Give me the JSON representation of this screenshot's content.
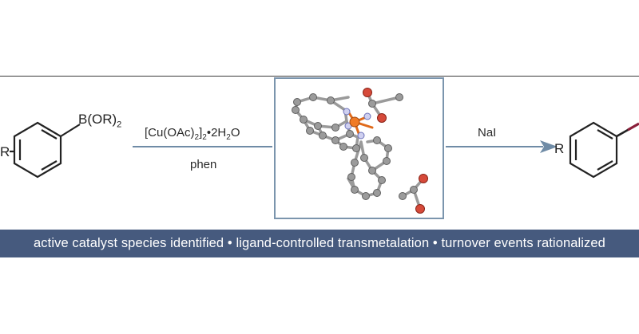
{
  "left_molecule": {
    "substituent": "R",
    "group_main": "B(OR)",
    "group_sub": "2"
  },
  "step1": {
    "reagent_a": "[Cu(OAc)",
    "reagent_b": "]",
    "reagent_c": "•2H",
    "reagent_d": "O",
    "sub_1": "2",
    "sub_2": "2",
    "sub_3": "2",
    "ligand": "phen"
  },
  "step2": {
    "reagent": "NaI"
  },
  "right_molecule": {
    "substituent": "R"
  },
  "banner": {
    "text": "active catalyst species identified • ligand-controlled transmetalation • turnover events rationalized"
  },
  "colors": {
    "banner_bg": "#465a7e",
    "box_border": "#7b95ad",
    "arrow": "#6f8ba6",
    "copper": "#e06a1a",
    "oxygen": "#c0392b",
    "nitrogen": "#8a8fd6",
    "carbon": "#8c8c8c"
  }
}
